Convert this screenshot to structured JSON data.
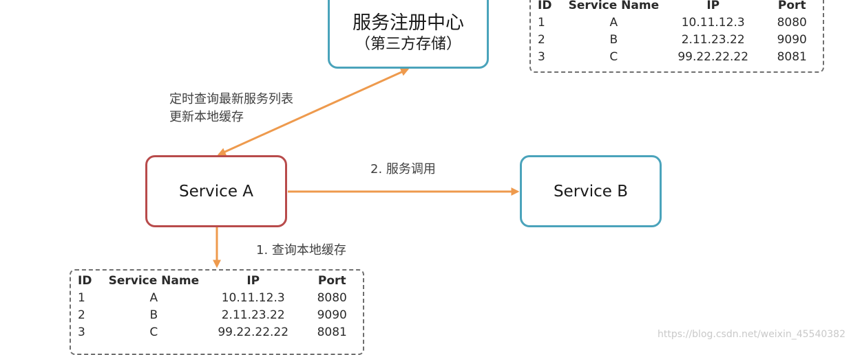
{
  "registry": {
    "title": "服务注册中心",
    "subtitle": "（第三方存储）"
  },
  "service_a": {
    "label": "Service A"
  },
  "service_b": {
    "label": "Service B"
  },
  "labels": {
    "timed_query_line1": "定时查询最新服务列表",
    "timed_query_line2": "更新本地缓存",
    "service_call": "2. 服务调用",
    "query_local_cache": "1. 查询本地缓存"
  },
  "table_headers": [
    "ID",
    "Service Name",
    "IP",
    "Port"
  ],
  "registry_table": [
    [
      "1",
      "A",
      "10.11.12.3",
      "8080"
    ],
    [
      "2",
      "B",
      "2.11.23.22",
      "9090"
    ],
    [
      "3",
      "C",
      "99.22.22.22",
      "8081"
    ]
  ],
  "local_cache_table": [
    [
      "1",
      "A",
      "10.11.12.3",
      "8080"
    ],
    [
      "2",
      "B",
      "2.11.23.22",
      "9090"
    ],
    [
      "3",
      "C",
      "99.22.22.22",
      "8081"
    ]
  ],
  "colors": {
    "arrow": "#ee9a4d",
    "registry_border": "#4aa3bb",
    "service_a_border": "#b84b4b",
    "service_b_border": "#4aa3bb",
    "cache_border": "#6e6e6e"
  },
  "watermark": "https://blog.csdn.net/weixin_45540382"
}
